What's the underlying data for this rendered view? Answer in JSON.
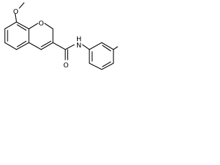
{
  "molecule": {
    "atoms": {
      "o_methoxy": "O",
      "o_ring": "O",
      "o_carbonyl": "O",
      "n_amide": "N",
      "h_amide": "H"
    }
  }
}
